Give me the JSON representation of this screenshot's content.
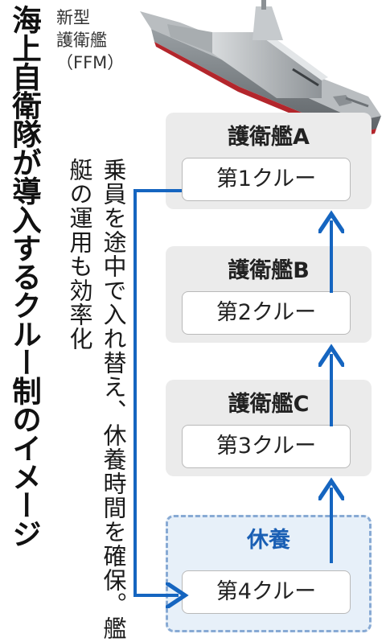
{
  "title": "海上自衛隊が導入するクルー制のイメージ",
  "ship": {
    "label_lines": [
      "新型",
      "護衛艦",
      "（FFM）"
    ]
  },
  "description": "乗員を途中で入れ替え、休養時間を確保。艦艇の運用も効率化",
  "panels": [
    {
      "title": "護衛艦A",
      "crew": "第1クルー"
    },
    {
      "title": "護衛艦B",
      "crew": "第2クルー"
    },
    {
      "title": "護衛艦C",
      "crew": "第3クルー"
    },
    {
      "title": "休養",
      "crew": "第4クルー"
    }
  ],
  "colors": {
    "arrow": "#1565c0",
    "panel_gray": "#ebebeb",
    "rest_border": "#88aad4",
    "rest_title": "#1a5fb4"
  }
}
